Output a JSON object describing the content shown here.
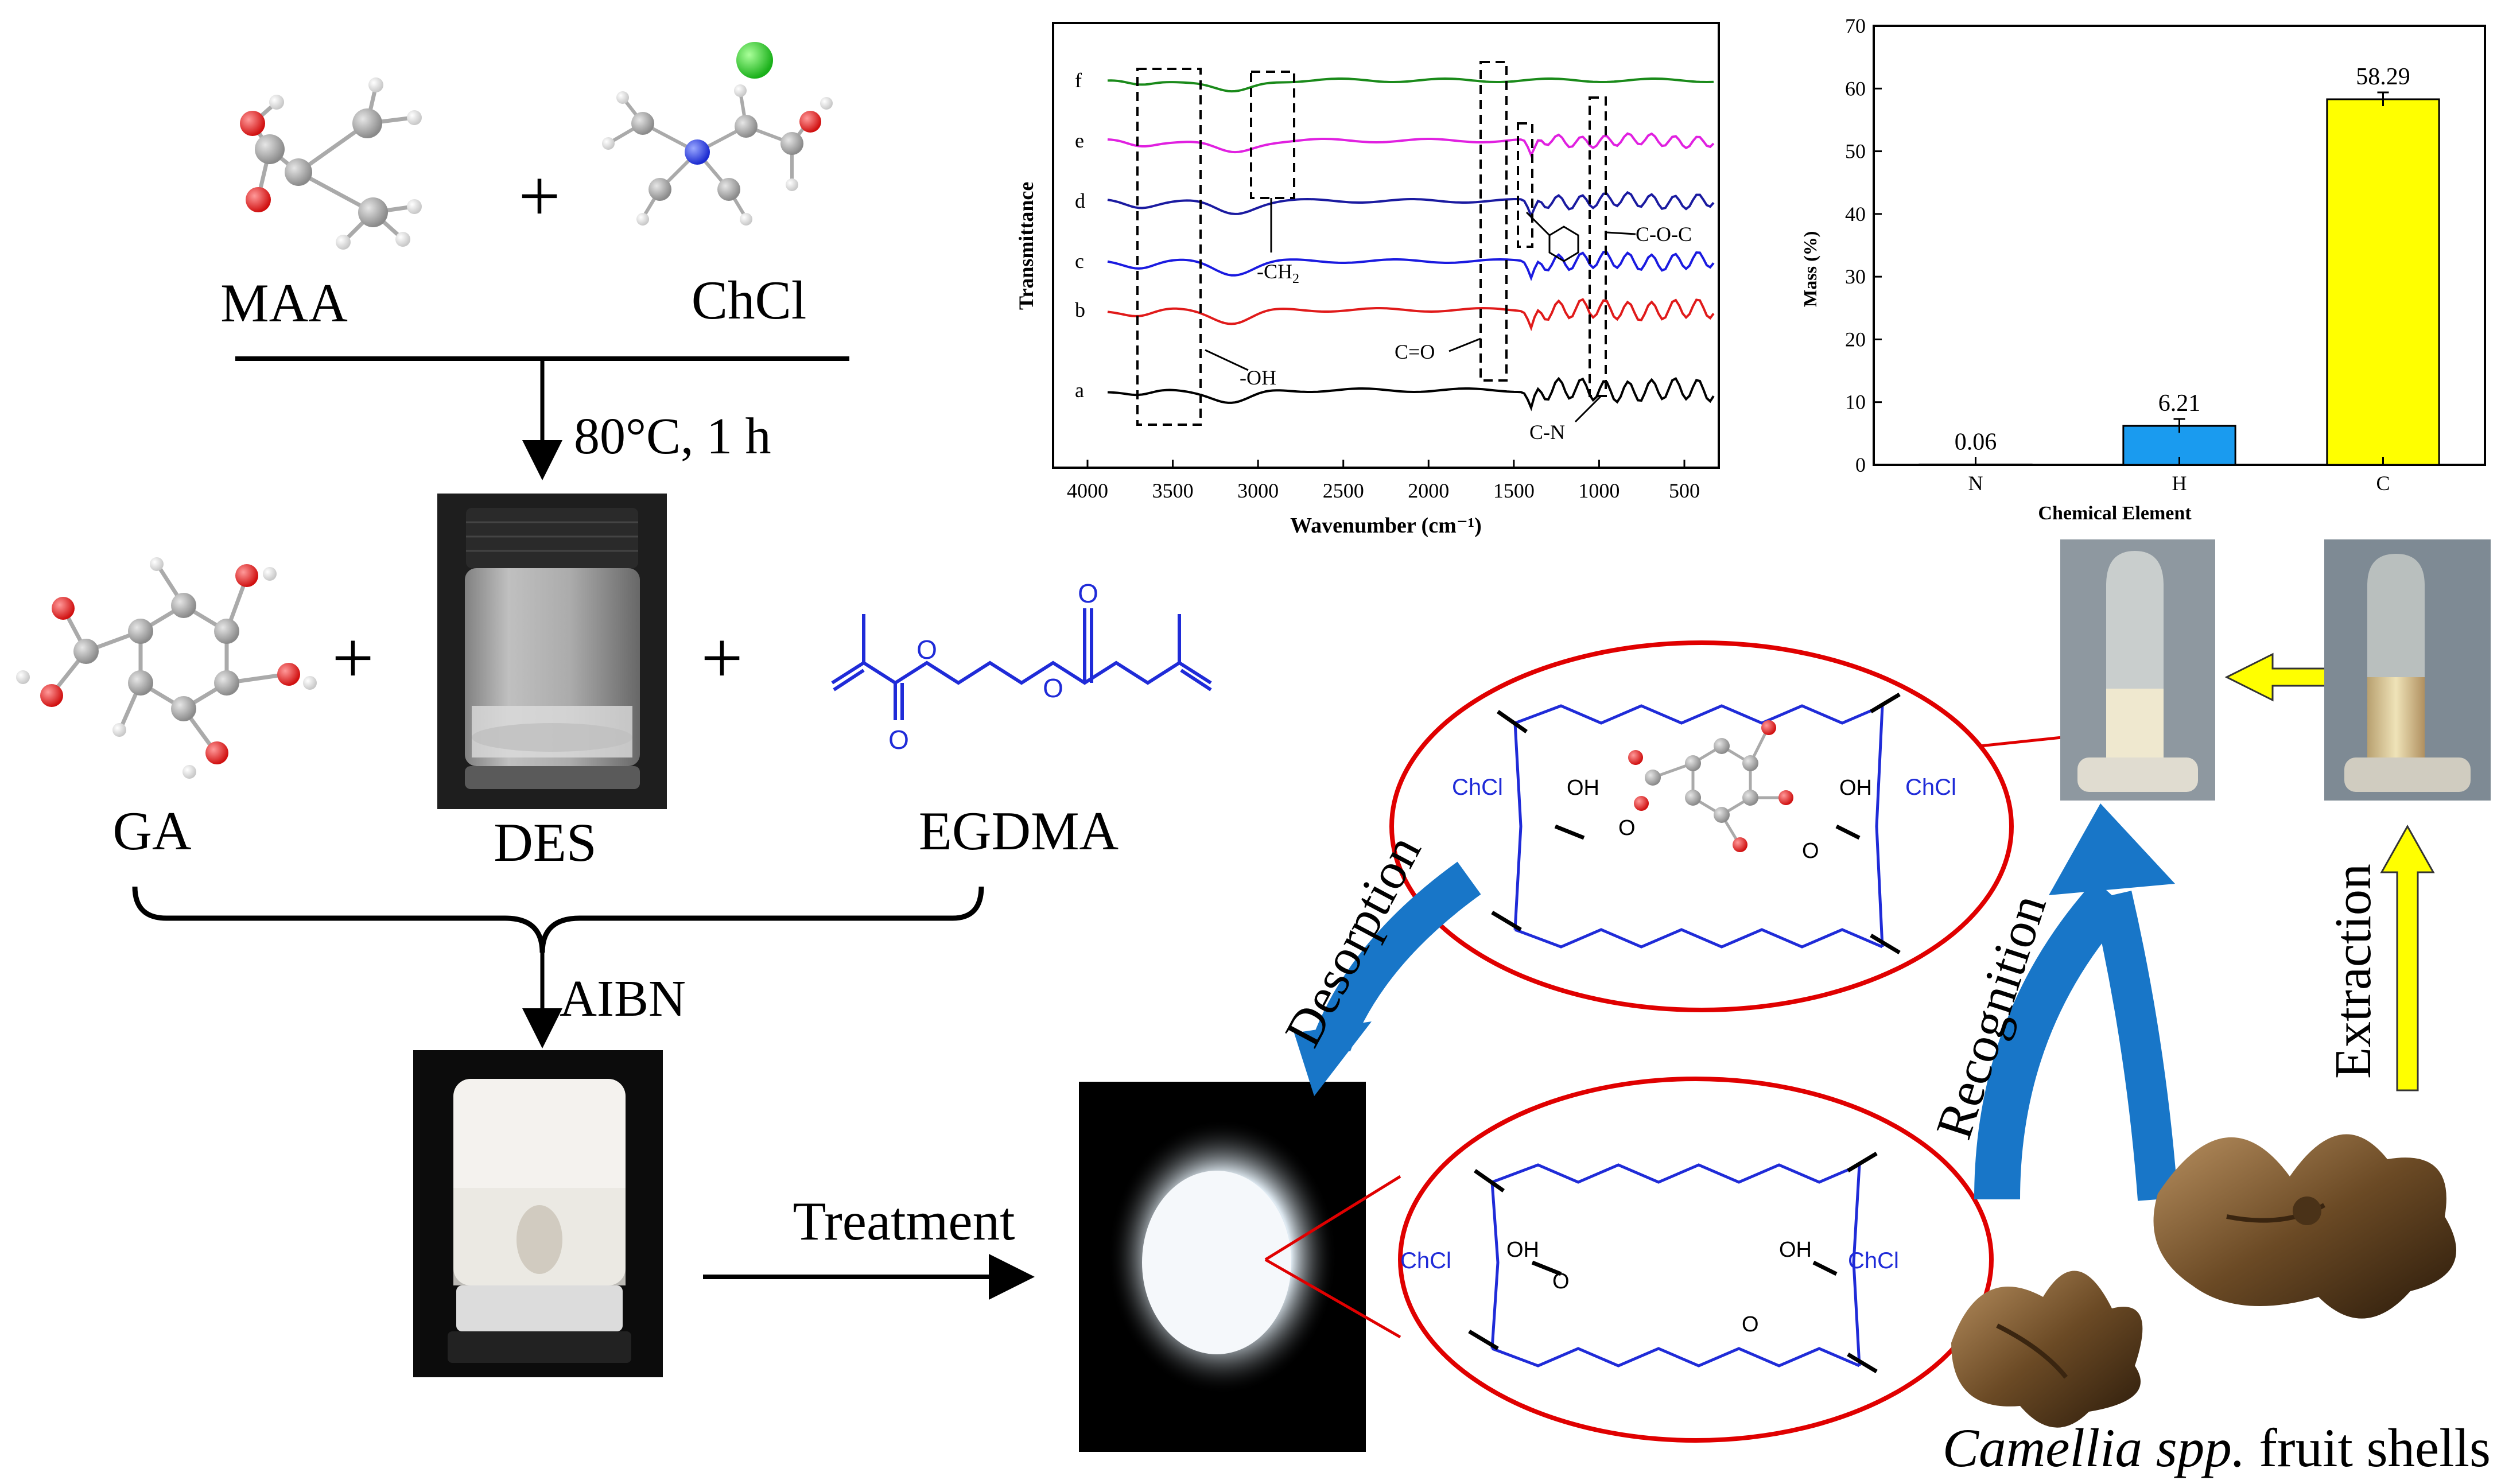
{
  "scheme": {
    "maa_label": "MAA",
    "chcl_label": "ChCl",
    "plus": "+",
    "condition": "80°C, 1 h",
    "ga_label": "GA",
    "des_label": "DES",
    "egdma_label": "EGDMA",
    "aibn_label": "AIBN",
    "treatment_label": "Treatment",
    "desorption_label": "Desorption",
    "recognition_label": "Recognition",
    "extraction_label": "Extraction",
    "shells_label_italic": "Camellia spp.",
    "shells_label_rest": " fruit shells",
    "chcl_tag": "ChCl",
    "oh_label": "OH",
    "o_label": "O"
  },
  "ftir": {
    "ylabel": "Transmittance",
    "xlabel": "Wavenumber (cm⁻¹)",
    "xticks": [
      "4000",
      "3500",
      "3000",
      "2500",
      "2000",
      "1500",
      "1000",
      "500"
    ],
    "trace_labels": [
      "f",
      "e",
      "d",
      "c",
      "b",
      "a"
    ],
    "trace_colors": [
      "#1a8a1a",
      "#e020e0",
      "#1a1aa0",
      "#1a1ae0",
      "#e01a1a",
      "#000000"
    ],
    "annotations": {
      "ch2": "-CH",
      "ch2_sub": "2",
      "oh": "-OH",
      "co": "C=O",
      "coc": "C-O-C",
      "cn": "C-N"
    }
  },
  "chart_data": {
    "type": "bar",
    "categories": [
      "N",
      "H",
      "C"
    ],
    "values": [
      0.06,
      6.21,
      58.29
    ],
    "value_labels": [
      "0.06",
      "6.21",
      "58.29"
    ],
    "colors": [
      "#1a6be0",
      "#1a9bef",
      "#ffff00"
    ],
    "xlabel": "Chemical Element",
    "ylabel": "Mass (%)",
    "ylim": [
      0,
      70
    ],
    "yticks": [
      "0",
      "10",
      "20",
      "30",
      "40",
      "50",
      "60",
      "70"
    ],
    "error_bars": true
  }
}
